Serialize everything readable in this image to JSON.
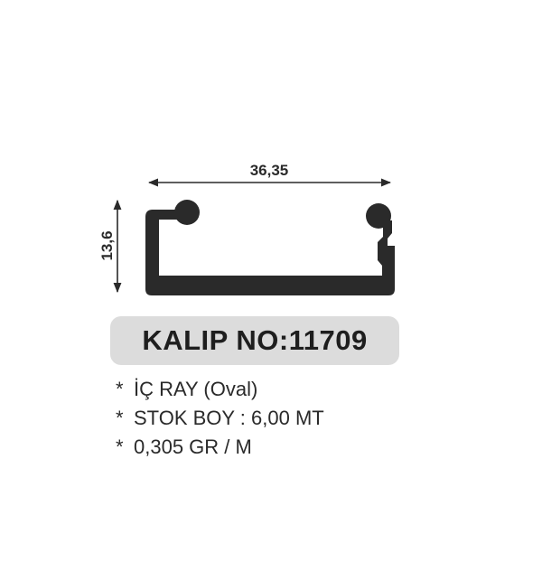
{
  "drawing": {
    "width_dimension": "36,35",
    "height_dimension": "13,6",
    "profile_color": "#2a2a2a"
  },
  "mold": {
    "title": "KALIP NO:11709",
    "badge_color": "#dcdcdc"
  },
  "specs": {
    "bullet": "*",
    "items": [
      "İÇ RAY (Oval)",
      "STOK BOY : 6,00 MT",
      "0,305 GR / M"
    ]
  }
}
